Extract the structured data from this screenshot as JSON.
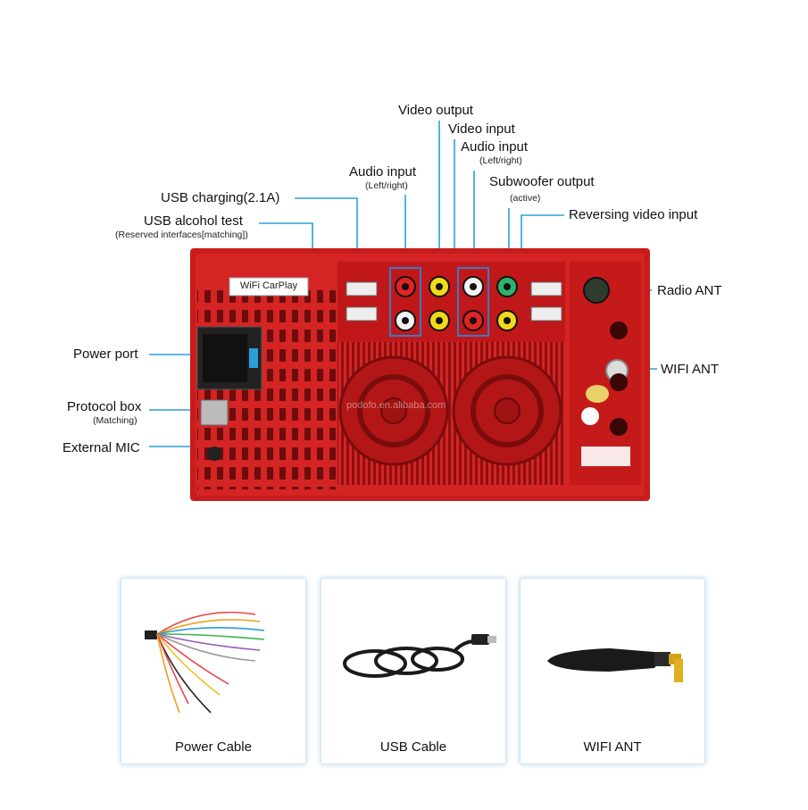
{
  "labels": {
    "video_output": "Video output",
    "video_input": "Video input",
    "audio_input_right": "Audio input",
    "audio_input_right_sub": "(Left/right)",
    "audio_input_left": "Audio input",
    "audio_input_left_sub": "(Left/right)",
    "subwoofer_output": "Subwoofer output",
    "subwoofer_output_sub": "(active)",
    "reversing_video_input": "Reversing video input",
    "usb_charging": "USB charging(2.1A)",
    "usb_alcohol_test": "USB alcohol test",
    "usb_alcohol_test_sub": "(Reserved interfaces[matching])",
    "radio_ant": "Radio ANT",
    "wifi_ant": "WIFI ANT",
    "power_port": "Power port",
    "protocol_box": "Protocol box",
    "protocol_box_sub": "(Matching)",
    "external_mic": "External MIC"
  },
  "unit": {
    "sticker": "WiFi CarPlay",
    "watermark": "podofo.en.alibaba.com",
    "color": "#d42020"
  },
  "accessories": [
    {
      "title": "Power Cable"
    },
    {
      "title": "USB Cable"
    },
    {
      "title": "WIFI ANT"
    }
  ],
  "colors": {
    "leader_line": "#2a9fd8",
    "card_border": "#cfe6f5"
  }
}
